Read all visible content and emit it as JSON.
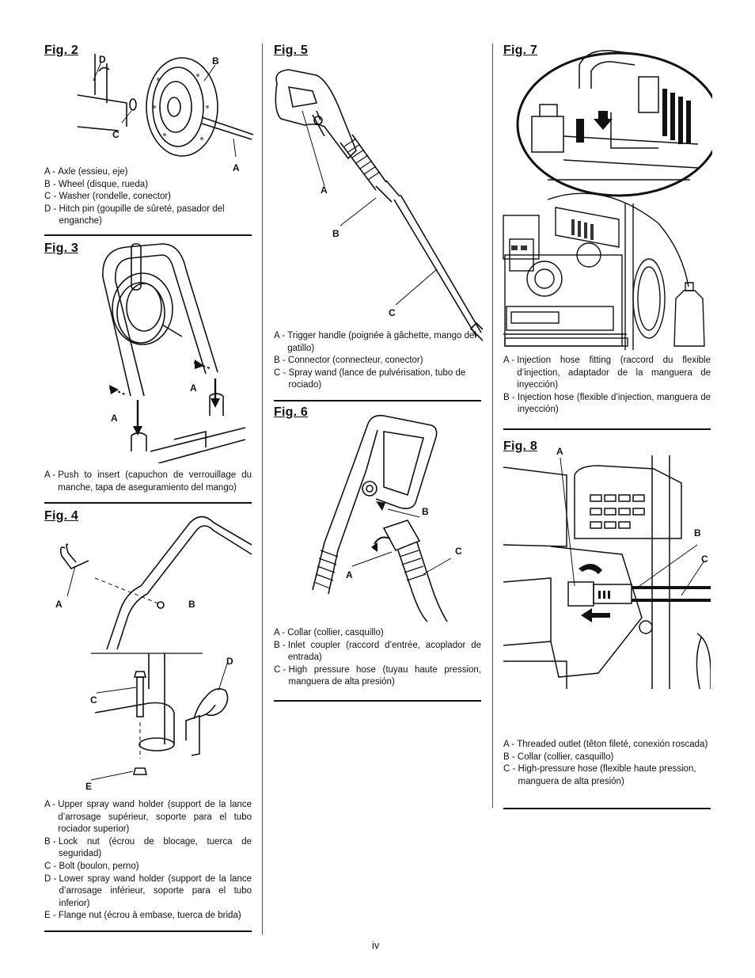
{
  "page_number": "iv",
  "figures": {
    "fig2": {
      "title": "Fig. 2",
      "callouts": {
        "a": "A",
        "b": "B",
        "c": "C",
        "d": "D"
      },
      "legend": [
        {
          "key": "A - ",
          "text": "Axle (essieu, eje)"
        },
        {
          "key": "B - ",
          "text": "Wheel (disque, rueda)"
        },
        {
          "key": "C - ",
          "text": "Washer (rondelle, conector)"
        },
        {
          "key": "D - ",
          "text": "Hitch pin (goupille de sûreté, pasador del enganche)"
        }
      ]
    },
    "fig3": {
      "title": "Fig. 3",
      "callouts": {
        "a1": "A",
        "a2": "A"
      },
      "legend": [
        {
          "key": "A - ",
          "text": "Push to insert (capuchon de verrouillage du manche, tapa de aseguramiento del mango)"
        }
      ]
    },
    "fig4": {
      "title": "Fig. 4",
      "callouts": {
        "a": "A",
        "b": "B",
        "c": "C",
        "d": "D",
        "e": "E"
      },
      "legend": [
        {
          "key": "A - ",
          "text": "Upper spray wand holder (support de la lance d’arrosage supérieur, soporte para el tubo rociador superior)"
        },
        {
          "key": "B - ",
          "text": "Lock nut (écrou de blocage, tuerca de seguridad)"
        },
        {
          "key": "C - ",
          "text": "Bolt (boulon, perno)"
        },
        {
          "key": "D - ",
          "text": "Lower spray wand holder (support de la lance d’arrosage inférieur, soporte para el tubo inferior)"
        },
        {
          "key": "E - ",
          "text": "Flange nut (écrou à embase, tuerca de brida)"
        }
      ]
    },
    "fig5": {
      "title": "Fig. 5",
      "callouts": {
        "a": "A",
        "b": "B",
        "c": "C"
      },
      "legend": [
        {
          "key": "A - ",
          "text": "Trigger handle (poignée à gâchette, mango del gatillo)"
        },
        {
          "key": "B - ",
          "text": "Connector (connecteur, conector)"
        },
        {
          "key": "C - ",
          "text": "Spray wand (lance de pulvérisation, tubo de rociado)"
        }
      ]
    },
    "fig6": {
      "title": "Fig. 6",
      "callouts": {
        "a": "A",
        "b": "B",
        "c": "C"
      },
      "legend": [
        {
          "key": "A - ",
          "text": "Collar (collier, casquillo)"
        },
        {
          "key": "B - ",
          "text": "Inlet coupler (raccord d’entrée, acoplador de entrada)"
        },
        {
          "key": "C - ",
          "text": "High pressure hose (tuyau haute pression, manguera de alta presión)"
        }
      ]
    },
    "fig7": {
      "title": "Fig. 7",
      "legend": [
        {
          "key": "A - ",
          "text": "Injection hose fitting (raccord du flexible d’injection, adaptador de la manguera de inyección)"
        },
        {
          "key": "B - ",
          "text": "Injection hose (flexible d’injection, manguera de inyección)"
        }
      ]
    },
    "fig8": {
      "title": "Fig. 8",
      "callouts": {
        "a": "A",
        "b": "B",
        "c": "C"
      },
      "legend": [
        {
          "key": "A - ",
          "text": "Threaded outlet (têton fileté, conexión roscada)"
        },
        {
          "key": "B - ",
          "text": "Collar (collier, casquillo)"
        },
        {
          "key": "C - ",
          "text": "High-pressure hose (flexible haute pression, manguera de alta presión)"
        }
      ]
    }
  }
}
